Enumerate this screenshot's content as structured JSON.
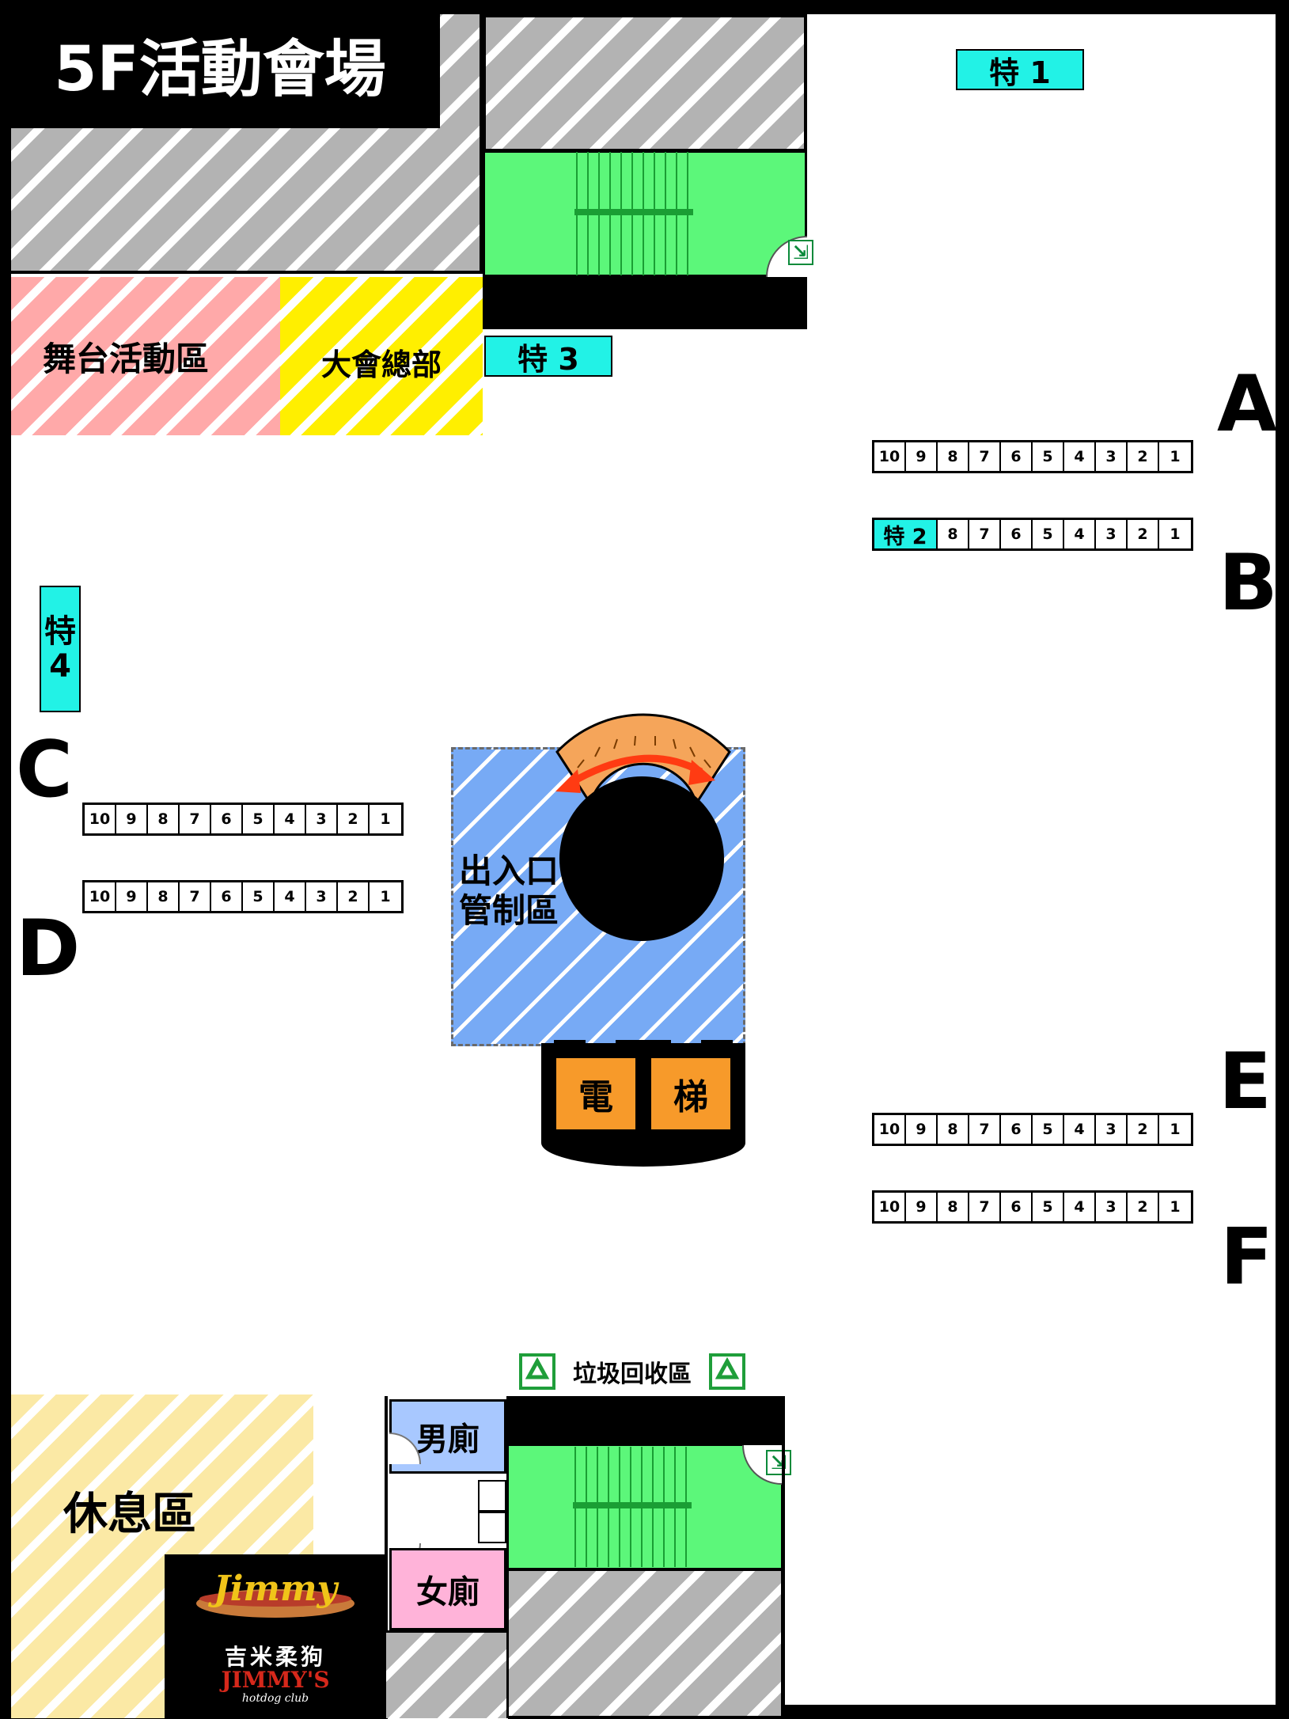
{
  "title": "5F活動會場",
  "zones": {
    "stage": "舞台活動區",
    "headquarters": "大會總部",
    "entrance_label_line1": "出入口",
    "entrance_label_line2": "管制區",
    "elevator_left": "電",
    "elevator_right": "梯",
    "recycling": "垃圾回收區",
    "mens_restroom": "男廁",
    "womens_restroom": "女廁",
    "rest_area": "休息區"
  },
  "special_booths": {
    "s1": "特 1",
    "s2": "特 2",
    "s3": "特 3",
    "s4_line1": "特",
    "s4_line2": "4"
  },
  "rows": {
    "A": {
      "letter": "A",
      "booths": [
        "10",
        "9",
        "8",
        "7",
        "6",
        "5",
        "4",
        "3",
        "2",
        "1"
      ]
    },
    "B": {
      "letter": "B",
      "booths": [
        "8",
        "7",
        "6",
        "5",
        "4",
        "3",
        "2",
        "1"
      ]
    },
    "C": {
      "letter": "C",
      "booths": [
        "10",
        "9",
        "8",
        "7",
        "6",
        "5",
        "4",
        "3",
        "2",
        "1"
      ]
    },
    "D": {
      "letter": "D",
      "booths": [
        "10",
        "9",
        "8",
        "7",
        "6",
        "5",
        "4",
        "3",
        "2",
        "1"
      ]
    },
    "E": {
      "letter": "E",
      "booths": [
        "10",
        "9",
        "8",
        "7",
        "6",
        "5",
        "4",
        "3",
        "2",
        "1"
      ]
    },
    "F": {
      "letter": "F",
      "booths": [
        "10",
        "9",
        "8",
        "7",
        "6",
        "5",
        "4",
        "3",
        "2",
        "1"
      ]
    }
  },
  "sponsor": {
    "logo_script": "Jimmy",
    "chinese_name": "吉米柔狗",
    "english_name": "JIMMY'S",
    "tagline": "hotdog club"
  },
  "icons": [
    "emergency-exit-icon",
    "recycle-icon",
    "door-icon",
    "rotating-arrow-icon"
  ],
  "colors": {
    "special_booth": "#22f2e6",
    "stairs": "#5cf77a",
    "stage": "#ffa9a9",
    "headquarters": "#ffef00",
    "entrance_zone": "#77aaf5",
    "elevator": "#f79a2a",
    "mens_restroom": "#a8c8ff",
    "womens_restroom": "#ffb3d9",
    "rest_area": "#fbe9a5",
    "recycle": "#1f9e3a",
    "hatched_block": "#b3b3b3"
  }
}
